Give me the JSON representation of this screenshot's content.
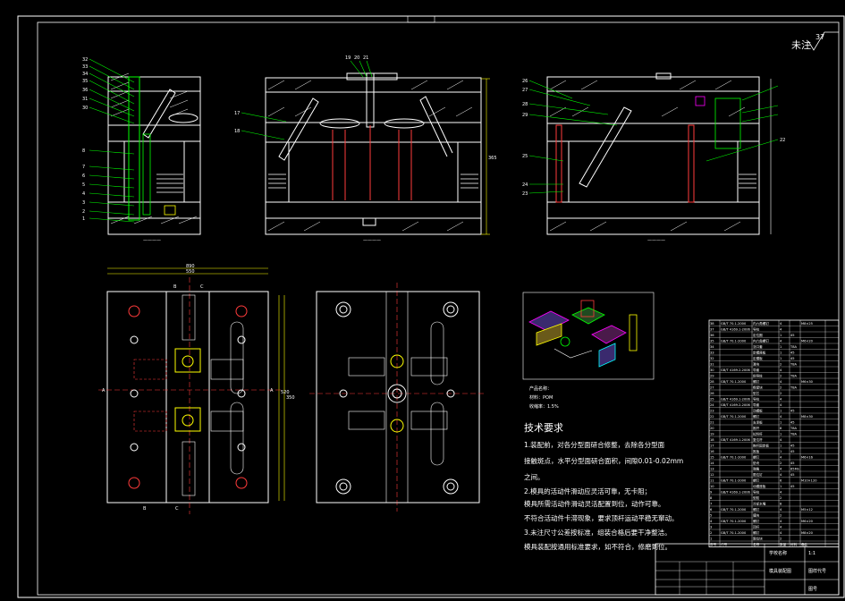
{
  "drawing": {
    "sheet_number": "37",
    "corner_note": "未注",
    "colors": {
      "background": "#000000",
      "line": "#ffffff",
      "accent_green": "#00ff00",
      "accent_red": "#ff3b3b",
      "accent_yellow": "#ffff00",
      "accent_magenta": "#ff00ff",
      "accent_cyan": "#00ffff"
    }
  },
  "section_views": {
    "left_callouts": [
      "32",
      "33",
      "34",
      "35",
      "36",
      "31",
      "30",
      "8",
      "7",
      "6",
      "5",
      "4",
      "3",
      "2",
      "1"
    ],
    "middle_callouts": [
      "19",
      "20",
      "21",
      "17",
      "18"
    ],
    "right_callouts": [
      "26",
      "27",
      "28",
      "29",
      "25",
      "24",
      "23",
      "22"
    ],
    "dim_right": "365"
  },
  "plan_views": {
    "letters": [
      "B",
      "C",
      "B",
      "C",
      "A",
      "A"
    ],
    "dims": [
      "890",
      "550",
      "520",
      "350"
    ]
  },
  "product_note": {
    "lines": [
      "产品名称：",
      "材料：POM",
      "收缩率：1.5%"
    ]
  },
  "tech_requirements": {
    "title": "技术要求",
    "items": [
      "1.装配前，对各分型面研合修整，去除各分型面",
      "接触斑点，水平分型面研合面积，间隙0.01-0.02mm",
      "之间。",
      "2.模具的活动件滑动应灵活可靠，无卡阻；",
      "模具所需活动件滑动灵活配置到位，动作可靠。",
      "不符合活动件卡滞现象，要求顶杆运动平稳无窜动。",
      "3.未注尺寸公差按标准，组装合格后要干净整洁。",
      "模具装配按通用标准要求，如不符合，修磨到位。"
    ]
  },
  "parts_table": {
    "rows": [
      [
        "38",
        "GB/T 70.1-2000",
        "内六角螺钉",
        "4",
        "",
        "M8×25",
        "",
        ""
      ],
      [
        "37",
        "GB/T 4169.1-2006",
        "导柱",
        "4",
        "",
        "",
        "",
        ""
      ],
      [
        "36",
        "",
        "定位圈",
        "1",
        "45",
        "",
        "",
        ""
      ],
      [
        "35",
        "GB/T 70.1-2000",
        "内六角螺钉",
        "4",
        "",
        "M6×20",
        "",
        ""
      ],
      [
        "34",
        "",
        "浇口套",
        "1",
        "T8A",
        "",
        "",
        ""
      ],
      [
        "33",
        "",
        "定模座板",
        "1",
        "45",
        "",
        "",
        ""
      ],
      [
        "32",
        "",
        "定模板",
        "1",
        "45",
        "",
        "",
        ""
      ],
      [
        "31",
        "",
        "滑块",
        "2",
        "T8A",
        "",
        "",
        ""
      ],
      [
        "30",
        "GB/T 4169.2-2006",
        "导套",
        "4",
        "",
        "",
        "",
        ""
      ],
      [
        "29",
        "",
        "斜导柱",
        "2",
        "T8A",
        "",
        "",
        ""
      ],
      [
        "28",
        "GB/T 70.1-2000",
        "螺钉",
        "4",
        "",
        "M6×30",
        "",
        ""
      ],
      [
        "27",
        "",
        "楔紧块",
        "2",
        "T8A",
        "",
        "",
        ""
      ],
      [
        "26",
        "",
        "型芯",
        "2",
        "",
        "",
        "",
        ""
      ],
      [
        "25",
        "GB/T 4169.1-2006",
        "导柱",
        "4",
        "",
        "",
        "",
        ""
      ],
      [
        "24",
        "GB/T 4169.2-2006",
        "导套",
        "4",
        "",
        "",
        "",
        ""
      ],
      [
        "23",
        "",
        "动模板",
        "1",
        "45",
        "",
        "",
        ""
      ],
      [
        "22",
        "GB/T 70.1-2000",
        "螺钉",
        "4",
        "",
        "M8×30",
        "",
        ""
      ],
      [
        "21",
        "",
        "支承板",
        "1",
        "45",
        "",
        "",
        ""
      ],
      [
        "20",
        "",
        "推杆",
        "8",
        "T8A",
        "",
        "",
        ""
      ],
      [
        "19",
        "",
        "拉料杆",
        "1",
        "T8A",
        "",
        "",
        ""
      ],
      [
        "18",
        "GB/T 4169.1-2006",
        "复位杆",
        "4",
        "",
        "",
        "",
        ""
      ],
      [
        "17",
        "",
        "推杆固定板",
        "1",
        "45",
        "",
        "",
        ""
      ],
      [
        "16",
        "",
        "推板",
        "1",
        "45",
        "",
        "",
        ""
      ],
      [
        "15",
        "GB/T 70.1-2000",
        "螺钉",
        "4",
        "",
        "M6×16",
        "",
        ""
      ],
      [
        "14",
        "",
        "垫块",
        "2",
        "45",
        "",
        "",
        ""
      ],
      [
        "13",
        "",
        "弹簧",
        "4",
        "65Mn",
        "",
        "",
        ""
      ],
      [
        "12",
        "",
        "限位钉",
        "4",
        "45",
        "",
        "",
        ""
      ],
      [
        "11",
        "GB/T 70.1-2000",
        "螺钉",
        "6",
        "",
        "M10×120",
        "",
        ""
      ],
      [
        "10",
        "",
        "动模座板",
        "1",
        "45",
        "",
        "",
        ""
      ],
      [
        "9",
        "GB/T 4169.1-2006",
        "导柱",
        "4",
        "",
        "",
        "",
        ""
      ],
      [
        "8",
        "",
        "型腔",
        "2",
        "",
        "",
        "",
        ""
      ],
      [
        "7",
        "",
        "冷却水嘴",
        "8",
        "",
        "",
        "",
        ""
      ],
      [
        "6",
        "GB/T 70.1-2000",
        "螺钉",
        "4",
        "",
        "M5×12",
        "",
        ""
      ],
      [
        "5",
        "",
        "镶块",
        "2",
        "",
        "",
        "",
        ""
      ],
      [
        "4",
        "GB/T 70.1-2000",
        "螺钉",
        "4",
        "",
        "M6×20",
        "",
        ""
      ],
      [
        "3",
        "",
        "顶杆",
        "4",
        "",
        "",
        "",
        ""
      ],
      [
        "2",
        "GB/T 70.1-2000",
        "螺钉",
        "4",
        "",
        "M8×20",
        "",
        ""
      ],
      [
        "1",
        "",
        "限位块",
        "2",
        "",
        "",
        "",
        ""
      ]
    ],
    "header": [
      "序号",
      "代号",
      "名称",
      "数量",
      "材料",
      "备注",
      "",
      ""
    ]
  },
  "title_block": {
    "school": "学校名称",
    "title": "模具装配图",
    "drawing_no": "图样代号",
    "dwg": "图号",
    "stamp": "1:1"
  }
}
